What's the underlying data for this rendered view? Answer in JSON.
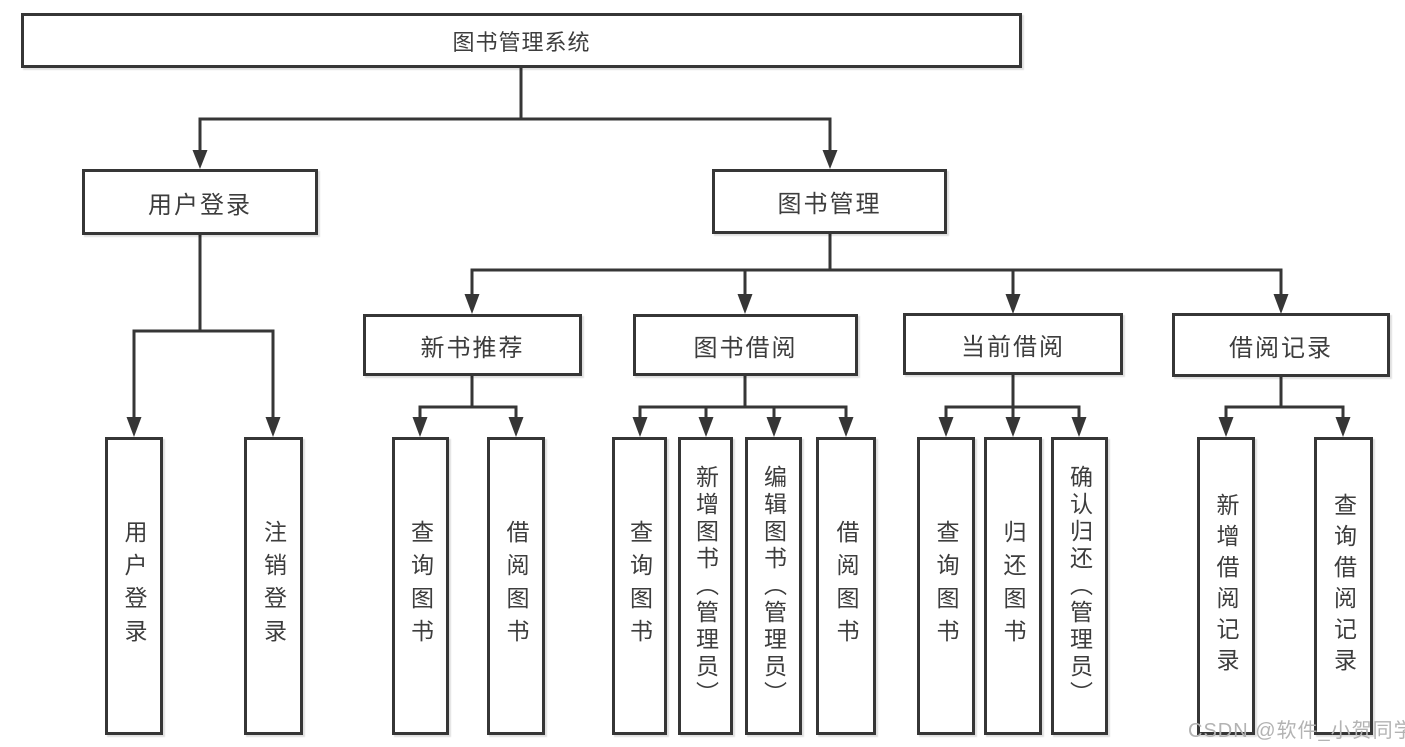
{
  "tree": {
    "label": "图书管理系统",
    "children": [
      {
        "label": "用户登录",
        "children": [
          {
            "label": "用户登录"
          },
          {
            "label": "注销登录"
          }
        ]
      },
      {
        "label": "图书管理",
        "children": [
          {
            "label": "新书推荐",
            "children": [
              {
                "label": "查询图书"
              },
              {
                "label": "借阅图书"
              }
            ]
          },
          {
            "label": "图书借阅",
            "children": [
              {
                "label": "查询图书"
              },
              {
                "label": "新增图书（管理员）"
              },
              {
                "label": "编辑图书（管理员）"
              },
              {
                "label": "借阅图书"
              }
            ]
          },
          {
            "label": "当前借阅",
            "children": [
              {
                "label": "查询图书"
              },
              {
                "label": "归还图书"
              },
              {
                "label": "确认归还（管理员）"
              }
            ]
          },
          {
            "label": "借阅记录",
            "children": [
              {
                "label": "新增借阅记录"
              },
              {
                "label": "查询借阅记录"
              }
            ]
          }
        ]
      }
    ]
  },
  "watermark": "CSDN @软件_小贺同学",
  "colors": {
    "line": "#363636",
    "text": "#3d3d3d",
    "watermark": "#b3b3b3",
    "background": "#ffffff"
  }
}
